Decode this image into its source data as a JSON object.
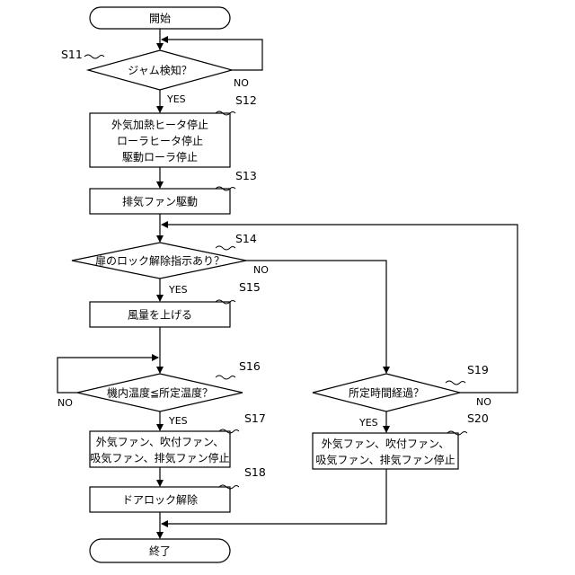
{
  "flowchart": {
    "start": {
      "label": "開始"
    },
    "end": {
      "label": "終了"
    },
    "s11": {
      "step": "S11",
      "label": "ジャム検知？",
      "yes": "YES",
      "no": "NO"
    },
    "s12": {
      "step": "S12",
      "lines": [
        "外気加熱ヒータ停止",
        "ローラヒータ停止",
        "駆動ローラ停止"
      ]
    },
    "s13": {
      "step": "S13",
      "label": "排気ファン駆動"
    },
    "s14": {
      "step": "S14",
      "label": "扉のロック解除指示あり？",
      "yes": "YES",
      "no": "NO"
    },
    "s15": {
      "step": "S15",
      "label": "風量を上げる"
    },
    "s16": {
      "step": "S16",
      "label": "機内温度≦所定温度？",
      "yes": "YES",
      "no": "NO"
    },
    "s17": {
      "step": "S17",
      "lines": [
        "外気ファン、吹付ファン、",
        "吸気ファン、排気ファン停止"
      ]
    },
    "s18": {
      "step": "S18",
      "label": "ドアロック解除"
    },
    "s19": {
      "step": "S19",
      "label": "所定時間経過？",
      "yes": "YES",
      "no": "NO"
    },
    "s20": {
      "step": "S20",
      "lines": [
        "外気ファン、吹付ファン、",
        "吸気ファン、排気ファン停止"
      ]
    }
  }
}
